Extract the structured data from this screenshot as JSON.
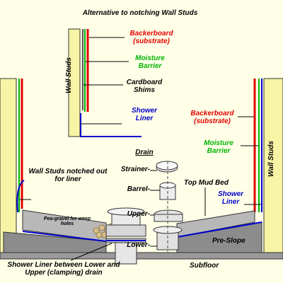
{
  "title": "Alternative to notching Wall Studs",
  "labels": {
    "wall_studs_left": "Wall Studs",
    "wall_studs_right": "Wall Studs",
    "backerboard_top": "Backerboard (substrate)",
    "moisture_top": "Moisture Barrier",
    "cardboard_shims": "Cardboard Shims",
    "shower_liner_top": "Shower Liner",
    "backerboard_right": "Backerboard (substrate)",
    "moisture_right": "Moisture Barrier",
    "drain": "Drain",
    "strainer": "Strainer-",
    "barrel": "Barrel-",
    "upper": "Upper-",
    "lower": "Lower-",
    "top_mud_bed": "Top Mud Bed",
    "shower_liner_right": "Shower Liner",
    "wall_studs_notched": "Wall Studs notched out for liner",
    "pea_gravel": "Pea-gravel for weep holes",
    "pre_slope": "Pre-Slope",
    "subfloor": "Subfloor",
    "liner_between": "Shower Liner between Lower and Upper (clamping) drain"
  },
  "colors": {
    "background": "#ffffe8",
    "stud": "#f7f4a6",
    "backerboard": "#e00000",
    "moisture": "#00b400",
    "liner": "#0000cc",
    "preslope": "#8c8c8c",
    "mudbed": "#b8b8b8",
    "gravel": "#d8c08a"
  }
}
